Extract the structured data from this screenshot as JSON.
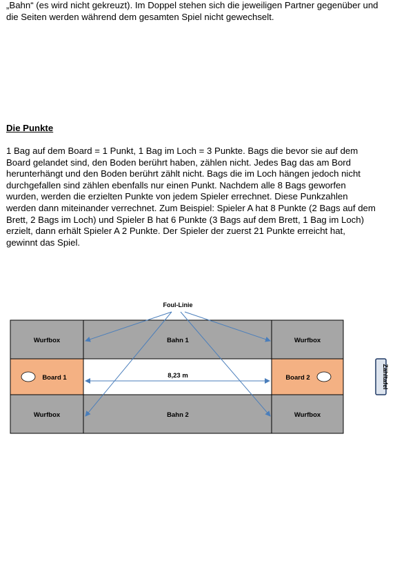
{
  "intro_text": "„Bahn“ (es wird nicht gekreuzt). Im Doppel stehen sich die jeweiligen Partner gegenüber und die Seiten werden während dem gesamten Spiel nicht gewechselt.",
  "heading": "Die Punkte",
  "points_text": "1 Bag auf dem Board = 1 Punkt, 1 Bag im Loch = 3 Punkte. Bags die bevor sie auf dem Board gelandet sind, den Boden berührt haben, zählen nicht. Jedes Bag das am Bord herunterhängt und den Boden berührt zählt nicht. Bags die im Loch hängen jedoch nicht durchgefallen sind zählen ebenfalls nur einen Punkt. Nachdem alle 8 Bags geworfen wurden, werden die erzielten Punkte von jedem Spieler errechnet. Diese Punkzahlen werden dann miteinander verrechnet. Zum Beispiel: Spieler A hat 8 Punkte (2 Bags auf dem Brett, 2 Bags im Loch) und Spieler B hat 6 Punkte (3 Bags auf dem Brett, 1 Bag im Loch) erzielt, dann erhält Spieler A 2 Punkte. Der Spieler der zuerst 21 Punkte erreicht hat, gewinnt das Spiel.",
  "diagram": {
    "foul_line": "Foul-Linie",
    "wurfbox_top_left": "Wurfbox",
    "bahn1": "Bahn 1",
    "wurfbox_top_right": "Wurfbox",
    "board1": "Board 1",
    "distance": "8,23 m",
    "board2": "Board 2",
    "wurfbox_bottom_left": "Wurfbox",
    "bahn2": "Bahn 2",
    "wurfbox_bottom_right": "Wurfbox",
    "scoreboard": "Zähltafel",
    "colors": {
      "gray": "#a6a6a6",
      "board": "#f4b183",
      "arrow": "#4a7ebb",
      "scoreboard_bg": "#dde4ee",
      "scoreboard_border": "#1f3864"
    }
  }
}
